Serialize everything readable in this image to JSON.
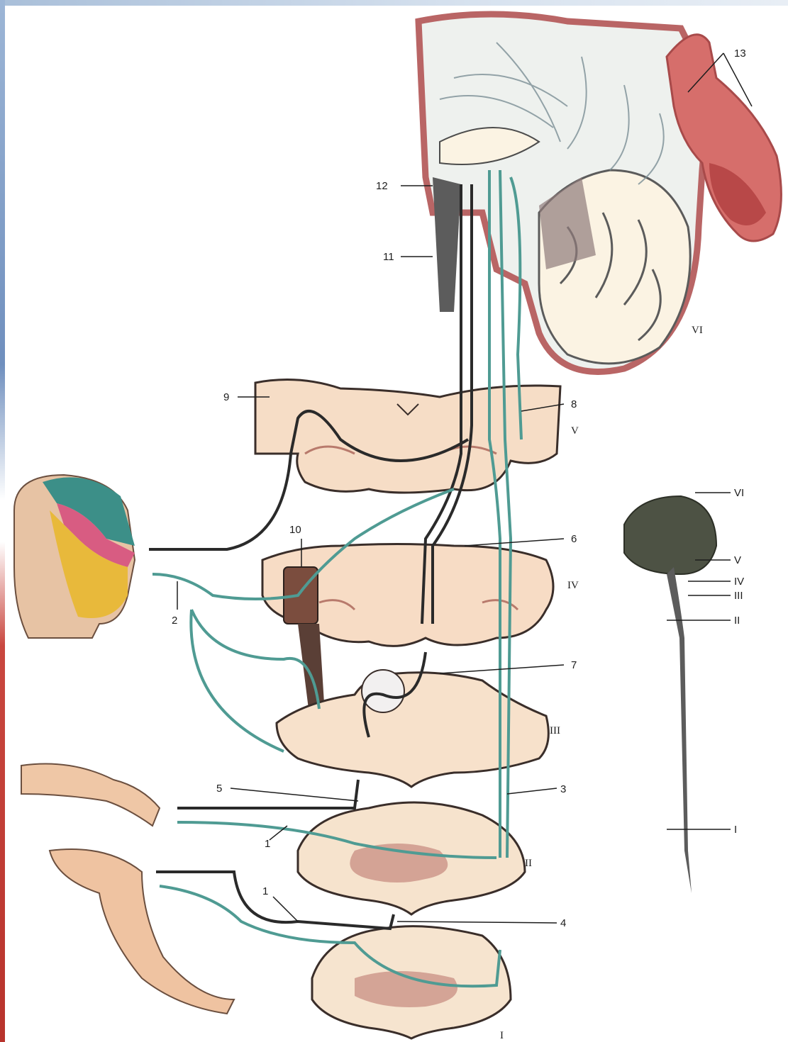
{
  "labels": {
    "l1_top": "1",
    "l1_bottom": "1",
    "l2": "2",
    "l3": "3",
    "l4": "4",
    "l5": "5",
    "l6": "6",
    "l7": "7",
    "l8": "8",
    "l9": "9",
    "l10": "10",
    "l11": "11",
    "l12": "12",
    "l13": "13"
  },
  "levels": {
    "I": "I",
    "II": "II",
    "III": "III",
    "IV": "IV",
    "V": "V",
    "VI": "VI"
  },
  "overview_levels": {
    "VI": "VI",
    "V": "V",
    "IV": "IV",
    "III": "III",
    "II": "II",
    "I": "I"
  },
  "colors": {
    "teal_pathway": "#4f9b93",
    "dark_pathway": "#2a2a2a",
    "section_tissue": "#f5dcc2",
    "grey_matter": "#b56f6a",
    "cortex_red": "#c65a58",
    "head_teal": "#3c8f88",
    "head_yellow": "#e8b93b",
    "head_pink": "#d85c82"
  }
}
